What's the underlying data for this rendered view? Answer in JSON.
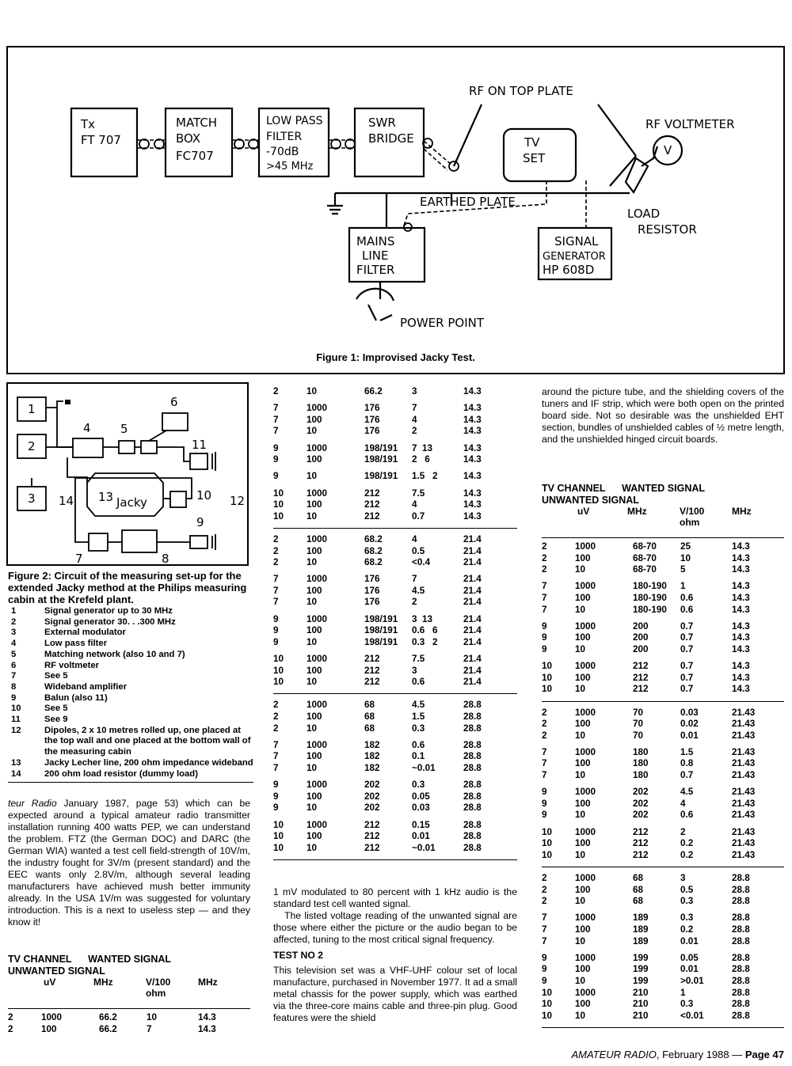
{
  "figure1": {
    "caption": "Figure 1: Improvised Jacky Test.",
    "blocks": {
      "tx": [
        "Tx",
        "FT 707"
      ],
      "match": [
        "MATCH",
        "BOX",
        "FC707"
      ],
      "lowpass": [
        "LOW PASS",
        "FILTER",
        "-70dB",
        ">45 MHz"
      ],
      "swr": [
        "SWR",
        "BRIDGE"
      ],
      "tvset": [
        "TV",
        "SET"
      ],
      "mains": [
        "MAINS",
        "LINE",
        "FILTER"
      ],
      "siggen": [
        "SIGNAL",
        "GENERATOR",
        "HP 608D"
      ]
    },
    "labels": {
      "rf_top": "RF ON TOP PLATE",
      "rf_voltmeter": "RF VOLTMETER",
      "v": "V",
      "load": "LOAD",
      "resistor": "RESISTOR",
      "earthed": "EARTHED PLATE",
      "power": "POWER POINT"
    }
  },
  "figure2": {
    "caption": "Figure 2: Circuit of the measuring set-up for the extended Jacky method at the Philips measuring cabin at the Krefeld plant.",
    "nums": [
      "1",
      "2",
      "3",
      "4",
      "5",
      "6",
      "7",
      "8",
      "9",
      "10",
      "11",
      "12",
      "13",
      "14"
    ],
    "jacky": "Jacky",
    "legend": [
      {
        "n": "1",
        "t": "Signal generator up to 30 MHz"
      },
      {
        "n": "2",
        "t": "Signal generator 30. . .300 MHz"
      },
      {
        "n": "3",
        "t": "External modulator"
      },
      {
        "n": "4",
        "t": "Low pass filter"
      },
      {
        "n": "5",
        "t": "Matching network (also 10 and 7)"
      },
      {
        "n": "6",
        "t": "RF voltmeter"
      },
      {
        "n": "7",
        "t": "See 5"
      },
      {
        "n": "8",
        "t": "Wideband amplifier"
      },
      {
        "n": "9",
        "t": "Balun (also 11)"
      },
      {
        "n": "10",
        "t": "See 5"
      },
      {
        "n": "11",
        "t": "See 9"
      },
      {
        "n": "12",
        "t": "Dipoles, 2 x 10 metres rolled up, one placed at the top wall and one placed at the bottom wall of the measuring cabin"
      },
      {
        "n": "13",
        "t": "Jacky Lecher line, 200 ohm impedance wideband"
      },
      {
        "n": "14",
        "t": "200 ohm load resistor (dummy load)"
      }
    ]
  },
  "col1": {
    "para_italic": "teur Radio",
    "para": " January 1987, page 53) which can be expected around a typical amateur radio transmitter installation running 400 watts PEP, we can understand the problem. FTZ (the German DOC) and DARC (the German WIA) wanted a test cell field-strength of 10V/m, the industry fought for 3V/m (present standard) and the EEC wants only 2.8V/m, although several leading manufacturers have achieved mush better immunity already. In the USA 1V/m was suggested for voluntary introduction. This is a next to useless step — and they know it!",
    "table_head1": "TV CHANNEL      WANTED SIGNAL",
    "table_head2": "UNWANTED SIGNAL",
    "sub": [
      "uV",
      "MHz",
      "V/100",
      "ohm",
      "MHz"
    ],
    "groups": [
      [
        [
          "2",
          "1000",
          "66.2",
          "10",
          "14.3"
        ],
        [
          "2",
          "100",
          "66.2",
          "7",
          "14.3"
        ]
      ]
    ]
  },
  "col2": {
    "blocks": [
      [
        [
          [
            "2",
            "10",
            "66.2",
            "3",
            "14.3"
          ]
        ],
        [
          [
            "7",
            "1000",
            "176",
            "7",
            "14.3"
          ],
          [
            "7",
            "100",
            "176",
            "4",
            "14.3"
          ],
          [
            "7",
            "10",
            "176",
            "2",
            "14.3"
          ]
        ],
        [
          [
            "9",
            "1000",
            "198/191",
            "7  13",
            "14.3"
          ],
          [
            "9",
            "100",
            "198/191",
            "2   6",
            "14.3"
          ]
        ],
        [
          [
            "9",
            "10",
            "198/191",
            "1.5   2",
            "14.3"
          ]
        ],
        [
          [
            "10",
            "1000",
            "212",
            "7.5",
            "14.3"
          ],
          [
            "10",
            "100",
            "212",
            "4",
            "14.3"
          ],
          [
            "10",
            "10",
            "212",
            "0.7",
            "14.3"
          ]
        ]
      ],
      [
        [
          [
            "2",
            "1000",
            "68.2",
            "4",
            "21.4"
          ],
          [
            "2",
            "100",
            "68.2",
            "0.5",
            "21.4"
          ],
          [
            "2",
            "10",
            "68.2",
            "<0.4",
            "21.4"
          ]
        ],
        [
          [
            "7",
            "1000",
            "176",
            "7",
            "21.4"
          ],
          [
            "7",
            "100",
            "176",
            "4.5",
            "21.4"
          ],
          [
            "7",
            "10",
            "176",
            "2",
            "21.4"
          ]
        ],
        [
          [
            "9",
            "1000",
            "198/191",
            "3  13",
            "21.4"
          ],
          [
            "9",
            "100",
            "198/191",
            "0.6   6",
            "21.4"
          ],
          [
            "9",
            "10",
            "198/191",
            "0.3   2",
            "21.4"
          ]
        ],
        [
          [
            "10",
            "1000",
            "212",
            "7.5",
            "21.4"
          ],
          [
            "10",
            "100",
            "212",
            "3",
            "21.4"
          ],
          [
            "10",
            "10",
            "212",
            "0.6",
            "21.4"
          ]
        ]
      ],
      [
        [
          [
            "2",
            "1000",
            "68",
            "4.5",
            "28.8"
          ],
          [
            "2",
            "100",
            "68",
            "1.5",
            "28.8"
          ],
          [
            "2",
            "10",
            "68",
            "0.3",
            "28.8"
          ]
        ],
        [
          [
            "7",
            "1000",
            "182",
            "0.6",
            "28.8"
          ],
          [
            "7",
            "100",
            "182",
            "0.1",
            "28.8"
          ],
          [
            "7",
            "10",
            "182",
            "~0.01",
            "28.8"
          ]
        ],
        [
          [
            "9",
            "1000",
            "202",
            "0.3",
            "28.8"
          ],
          [
            "9",
            "100",
            "202",
            "0.05",
            "28.8"
          ],
          [
            "9",
            "10",
            "202",
            "0.03",
            "28.8"
          ]
        ],
        [
          [
            "10",
            "1000",
            "212",
            "0.15",
            "28.8"
          ],
          [
            "10",
            "100",
            "212",
            "0.01",
            "28.8"
          ],
          [
            "10",
            "10",
            "212",
            "~0.01",
            "28.8"
          ]
        ]
      ]
    ],
    "para1": "1 mV modulated to 80 percent with 1 kHz audio is the standard test cell wanted signal.",
    "para2": "The listed voltage reading of the unwanted signal are those where either the picture or the audio began to be affected, tuning to the most critical signal frequency.",
    "heading": "TEST NO 2",
    "para3": "This television set was a VHF-UHF colour set of local manufacture, purchased in November 1977. It ad a small metal chassis for the power supply, which was earthed via the three-core mains cable and three-pin plug. Good features were the shield"
  },
  "col3": {
    "para": "around the picture tube, and the shielding covers of the tuners and IF strip, which were both open on the printed board side. Not so desirable was the unshielded EHT section, bundles of unshielded cables of ½ metre length, and the unshielded hinged circuit boards.",
    "table_head1": "TV CHANNEL      WANTED SIGNAL",
    "table_head2": "UNWANTED SIGNAL",
    "sub": [
      "uV",
      "MHz",
      "V/100",
      "ohm",
      "MHz"
    ],
    "blocks": [
      [
        [
          [
            "2",
            "1000",
            "68-70",
            "25",
            "14.3"
          ],
          [
            "2",
            "100",
            "68-70",
            "10",
            "14.3"
          ],
          [
            "2",
            "10",
            "68-70",
            "5",
            "14.3"
          ]
        ],
        [
          [
            "7",
            "1000",
            "180-190",
            "1",
            "14.3"
          ],
          [
            "7",
            "100",
            "180-190",
            "0.6",
            "14.3"
          ],
          [
            "7",
            "10",
            "180-190",
            "0.6",
            "14.3"
          ]
        ],
        [
          [
            "9",
            "1000",
            "200",
            "0.7",
            "14.3"
          ],
          [
            "9",
            "100",
            "200",
            "0.7",
            "14.3"
          ],
          [
            "9",
            "10",
            "200",
            "0.7",
            "14.3"
          ]
        ],
        [
          [
            "10",
            "1000",
            "212",
            "0.7",
            "14.3"
          ],
          [
            "10",
            "100",
            "212",
            "0.7",
            "14.3"
          ],
          [
            "10",
            "10",
            "212",
            "0.7",
            "14.3"
          ]
        ]
      ],
      [
        [
          [
            "2",
            "1000",
            "70",
            "0.03",
            "21.43"
          ],
          [
            "2",
            "100",
            "70",
            "0.02",
            "21.43"
          ],
          [
            "2",
            "10",
            "70",
            "0.01",
            "21.43"
          ]
        ],
        [
          [
            "7",
            "1000",
            "180",
            "1.5",
            "21.43"
          ],
          [
            "7",
            "100",
            "180",
            "0.8",
            "21.43"
          ],
          [
            "7",
            "10",
            "180",
            "0.7",
            "21.43"
          ]
        ],
        [
          [
            "9",
            "1000",
            "202",
            "4.5",
            "21.43"
          ],
          [
            "9",
            "100",
            "202",
            "4",
            "21.43"
          ],
          [
            "9",
            "10",
            "202",
            "0.6",
            "21.43"
          ]
        ],
        [
          [
            "10",
            "1000",
            "212",
            "2",
            "21.43"
          ],
          [
            "10",
            "100",
            "212",
            "0.2",
            "21.43"
          ],
          [
            "10",
            "10",
            "212",
            "0.2",
            "21.43"
          ]
        ]
      ],
      [
        [
          [
            "2",
            "1000",
            "68",
            "3",
            "28.8"
          ],
          [
            "2",
            "100",
            "68",
            "0.5",
            "28.8"
          ],
          [
            "2",
            "10",
            "68",
            "0.3",
            "28.8"
          ]
        ],
        [
          [
            "7",
            "1000",
            "189",
            "0.3",
            "28.8"
          ],
          [
            "7",
            "100",
            "189",
            "0.2",
            "28.8"
          ],
          [
            "7",
            "10",
            "189",
            "0.01",
            "28.8"
          ]
        ],
        [
          [
            "9",
            "1000",
            "199",
            "0.05",
            "28.8"
          ],
          [
            "9",
            "100",
            "199",
            "0.01",
            "28.8"
          ],
          [
            "9",
            "10",
            "199",
            ">0.01",
            "28.8"
          ],
          [
            "10",
            "1000",
            "210",
            "1",
            "28.8"
          ],
          [
            "10",
            "100",
            "210",
            "0.3",
            "28.8"
          ],
          [
            "10",
            "10",
            "210",
            "<0.01",
            "28.8"
          ]
        ]
      ]
    ]
  },
  "footer": {
    "pub": "AMATEUR RADIO",
    "date": ", February 1988 — ",
    "page": "Page 47"
  }
}
